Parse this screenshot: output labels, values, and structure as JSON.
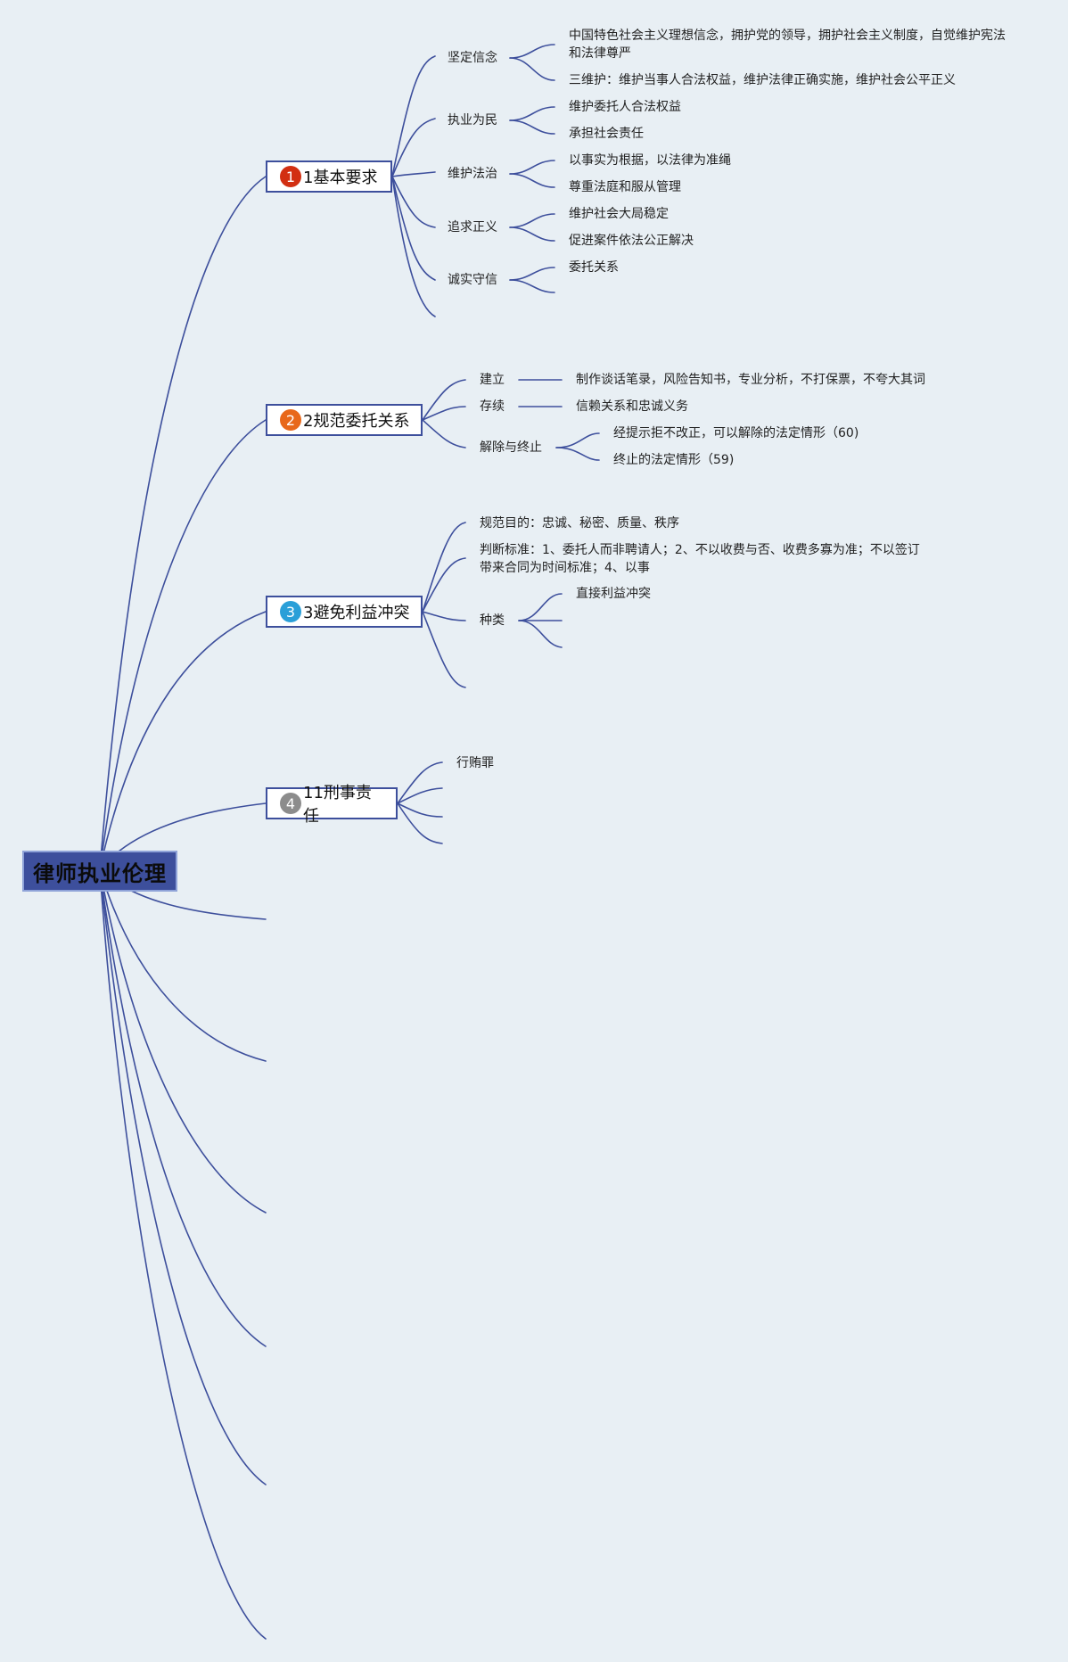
{
  "root": {
    "text": "律师执业伦理"
  },
  "colors": {
    "line": "#3d4f9c",
    "root_bg": "#3d4f9c",
    "badge1": "#d22f12",
    "badge2": "#e8681a",
    "badge3": "#2a9fd8",
    "badge4": "#8c8c8c"
  },
  "branches": [
    {
      "badge": "1",
      "text": "1基本要求",
      "children": [
        {
          "text": "坚定信念",
          "children": [
            "中国特色社会主义理想信念，拥护党的领导，拥护社会主义制度，自觉维护宪法和法律尊严",
            "三维护：维护当事人合法权益，维护法律正确实施，维护社会公平正义"
          ]
        },
        {
          "text": "执业为民",
          "children": [
            "维护委托人合法权益",
            "承担社会责任"
          ]
        },
        {
          "text": "维护法治",
          "children": [
            "以事实为根据，以法律为准绳",
            "尊重法庭和服从管理"
          ]
        },
        {
          "text": "追求正义",
          "children": [
            "维护社会大局稳定",
            "促进案件依法公正解决"
          ]
        },
        {
          "text": "诚实守信",
          "children": [
            "委托关系",
            ""
          ]
        },
        {
          "text": "",
          "children": []
        }
      ]
    },
    {
      "badge": "2",
      "text": "2规范委托关系",
      "children": [
        {
          "text": "建立",
          "children": [
            "制作谈话笔录，风险告知书，专业分析，不打保票，不夸大其词"
          ]
        },
        {
          "text": "存续",
          "children": [
            "信赖关系和忠诚义务"
          ]
        },
        {
          "text": "解除与终止",
          "children": [
            "经提示拒不改正，可以解除的法定情形（60)",
            "终止的法定情形（59)"
          ]
        }
      ]
    },
    {
      "badge": "3",
      "text": "3避免利益冲突",
      "children": [
        {
          "text": "规范目的：忠诚、秘密、质量、秩序",
          "children": []
        },
        {
          "text": "判断标准：1、委托人而非聘请人；2、不以收费与否、收费多寡为准；不以签订带来合同为时间标准；4、以事",
          "children": []
        },
        {
          "text": "种类",
          "children": [
            "直接利益冲突",
            "",
            ""
          ]
        },
        {
          "text": "",
          "children": []
        }
      ]
    },
    {
      "badge": "4",
      "text": "11刑事责任",
      "children": [
        {
          "text": "行贿罪",
          "children": []
        },
        {
          "text": "",
          "children": []
        },
        {
          "text": "",
          "children": []
        },
        {
          "text": "",
          "children": []
        }
      ]
    }
  ]
}
